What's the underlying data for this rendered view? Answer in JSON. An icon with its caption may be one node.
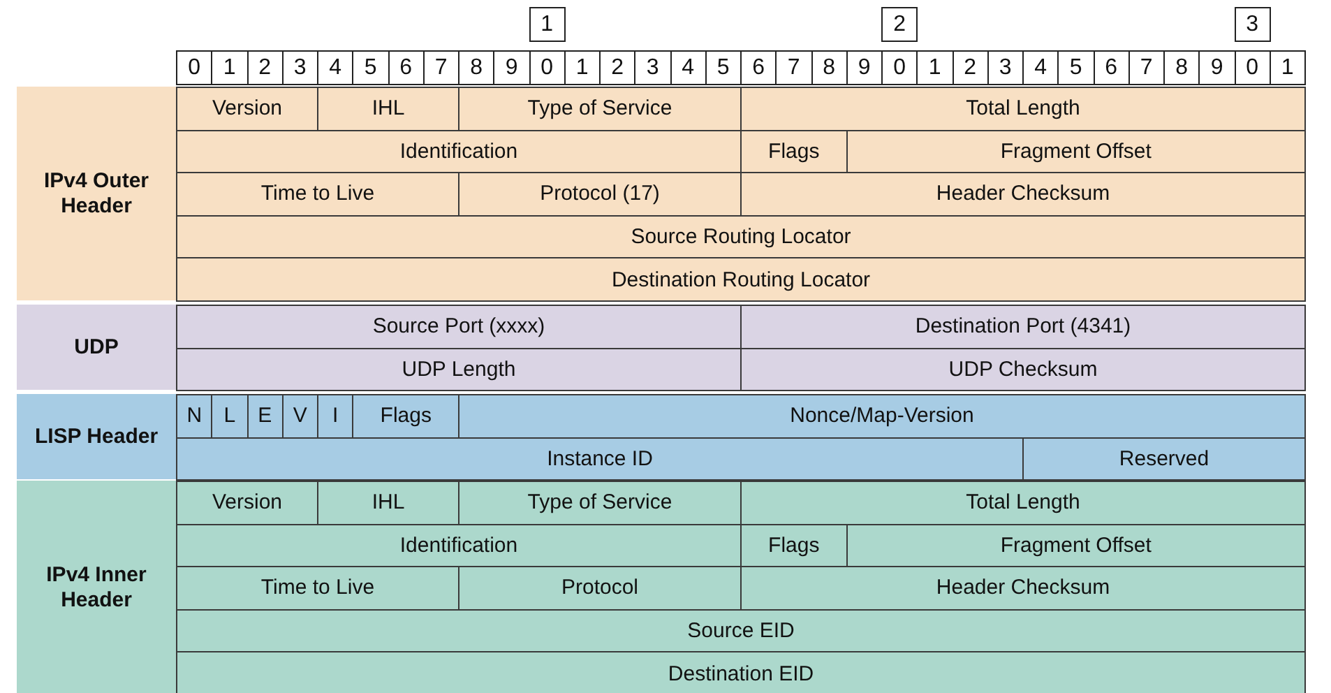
{
  "diagram": {
    "nodes": [
      {
        "text": [
          "IPv4 Outer Header"
        ]
      },
      {
        "text": [
          "Version"
        ],
        "in": 0
      },
      {
        "text": [
          "IHL"
        ],
        "in": 0
      },
      {
        "text": [
          "Type of Service"
        ],
        "in": 0
      },
      {
        "text": [
          "Total Length"
        ],
        "in": 0
      },
      {
        "text": [
          "Identification"
        ],
        "in": 0
      },
      {
        "text": [
          "Flags"
        ],
        "in": 0
      },
      {
        "text": [
          "Fragment Offset"
        ],
        "in": 0
      },
      {
        "text": [
          "Time to Live"
        ],
        "in": 0
      },
      {
        "text": [
          "Protocol (17)"
        ],
        "in": 0
      },
      {
        "text": [
          "Header Checksum"
        ],
        "in": 0
      },
      {
        "text": [
          "Source Routing Locator"
        ],
        "in": 0
      },
      {
        "text": [
          "Destination Routing Locator"
        ],
        "in": 0
      },
      {
        "text": [
          "UDP"
        ]
      },
      {
        "text": [
          "Source Port (xxxx)"
        ],
        "in": 13
      },
      {
        "text": [
          "Destination Port (4341)"
        ],
        "in": 13
      },
      {
        "text": [
          "UDP Length"
        ],
        "in": 13
      },
      {
        "text": [
          "UDP Checksum"
        ],
        "in": 13
      },
      {
        "text": [
          "LISP Header"
        ]
      },
      {
        "text": [
          "N"
        ],
        "in": 18
      },
      {
        "text": [
          "L"
        ],
        "in": 18
      },
      {
        "text": [
          "E"
        ],
        "in": 18
      },
      {
        "text": [
          "V"
        ],
        "in": 18
      },
      {
        "text": [
          "I"
        ],
        "in": 18
      },
      {
        "text": [
          "Flags"
        ],
        "in": 18
      },
      {
        "text": [
          "Nonce/Map-Version"
        ],
        "in": 18
      },
      {
        "text": [
          "Instance ID"
        ],
        "in": 18
      },
      {
        "text": [
          "Reserved"
        ],
        "in": 18
      },
      {
        "text": [
          "IPv4 Inner Header"
        ]
      },
      {
        "text": [
          "Version"
        ],
        "in": 28
      },
      {
        "text": [
          "IHL"
        ],
        "in": 28
      },
      {
        "text": [
          "Type of Service"
        ],
        "in": 28
      },
      {
        "text": [
          "Total Length"
        ],
        "in": 28
      },
      {
        "text": [
          "Identification"
        ],
        "in": 28
      },
      {
        "text": [
          "Flags"
        ],
        "in": 28
      },
      {
        "text": [
          "Fragment Offset"
        ],
        "in": 28
      },
      {
        "text": [
          "Time to Live"
        ],
        "in": 28
      },
      {
        "text": [
          "Protocol"
        ],
        "in": 28
      },
      {
        "text": [
          "Header Checksum"
        ],
        "in": 28
      },
      {
        "text": [
          "Source EID"
        ],
        "in": 28
      },
      {
        "text": [
          "Destination EID"
        ],
        "in": 28
      }
    ],
    "labels": [
      "1",
      "2",
      "3",
      "0",
      "1",
      "2",
      "3",
      "4",
      "5",
      "6",
      "7",
      "8",
      "9",
      "0",
      "1",
      "2",
      "3",
      "4",
      "5",
      "6",
      "7",
      "8",
      "9",
      "0",
      "1",
      "2",
      "3",
      "4",
      "5",
      "6",
      "7",
      "8",
      "9",
      "0",
      "1"
    ]
  }
}
